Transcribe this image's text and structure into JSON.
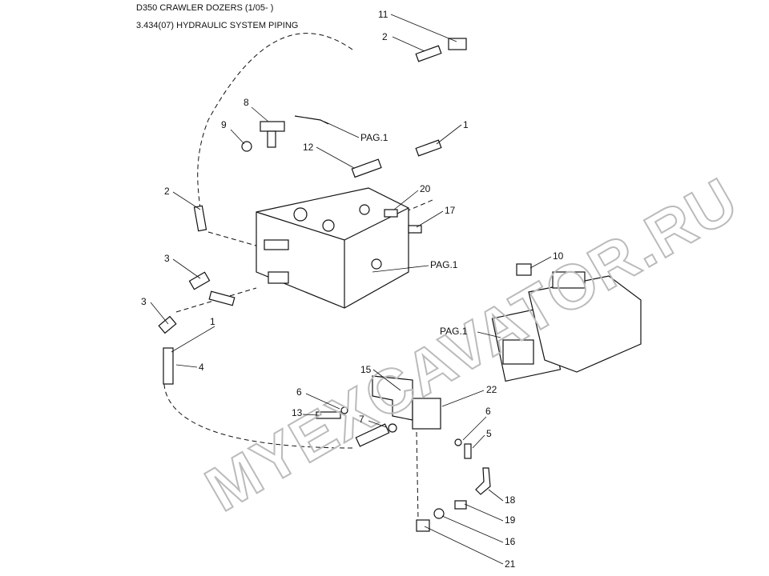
{
  "header": {
    "title": "D350 CRAWLER DOZERS (1/05- )",
    "subtitle": "3.434(07) HYDRAULIC SYSTEM PIPING"
  },
  "watermark": "MYEXCAVATOR.RU",
  "callouts": [
    "11",
    "2",
    "8",
    "9",
    "PAG.1",
    "1",
    "12",
    "2",
    "20",
    "17",
    "3",
    "PAG.1",
    "10",
    "3",
    "1",
    "PAG.1",
    "4",
    "15",
    "22",
    "6",
    "13",
    "7",
    "6",
    "5",
    "18",
    "19",
    "16",
    "21"
  ]
}
